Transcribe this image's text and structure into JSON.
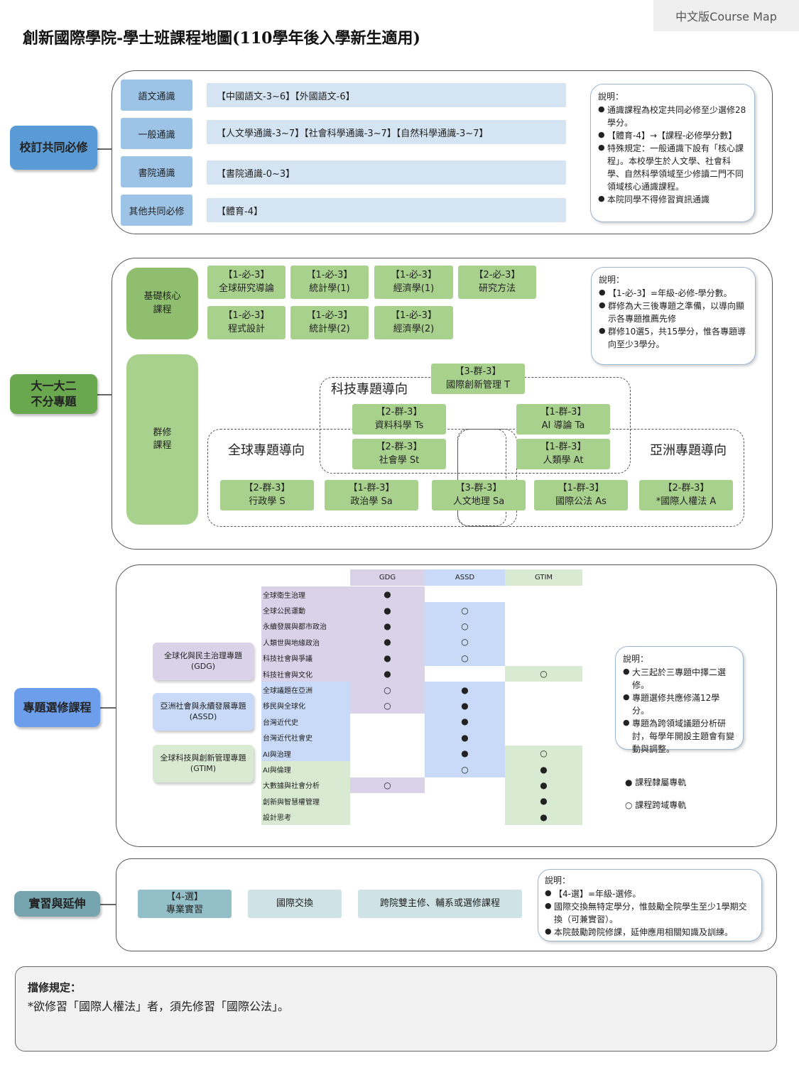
{
  "language_tag": "中文版Course Map",
  "title": "創新國際學院-學士班課程地圖(110學年後入學新生適用)",
  "s1": {
    "category": "校訂共同必修",
    "rows": [
      {
        "label": "語文通識",
        "content": "【中國語文-3~6】【外國語文-6】"
      },
      {
        "label": "一般通識",
        "content": "【人文學通識-3~7】【社會科學通識-3~7】【自然科學通識-3~7】"
      },
      {
        "label": "書院通識",
        "content": "【書院通識-0~3】"
      },
      {
        "label": "其他共同必修",
        "content": "【體育-4】"
      }
    ],
    "note": {
      "title": "說明：",
      "items": [
        "通識課程為校定共同必修至少選修28學分。",
        "【體育-4】→【課程-必修學分數】",
        "特殊規定：一般通識下設有「核心課程」。本校學生於人文學、社會科學、自然科學領域至少修讀二門不同領域核心通識課程。",
        "本院同學不得修習資訊通識"
      ]
    }
  },
  "s2": {
    "category": "大一大二\n不分專題",
    "core_label": "基礎核心\n課程",
    "group_label": "群修\n課程",
    "core_courses": [
      {
        "code": "【1-必-3】",
        "name": "全球研究導論"
      },
      {
        "code": "【1-必-3】",
        "name": "統計學(1)"
      },
      {
        "code": "【1-必-3】",
        "name": "經濟學(1)"
      },
      {
        "code": "【2-必-3】",
        "name": "研究方法"
      },
      {
        "code": "【1-必-3】",
        "name": "程式設計"
      },
      {
        "code": "【1-必-3】",
        "name": "統計學(2)"
      },
      {
        "code": "【1-必-3】",
        "name": "經濟學(2)"
      }
    ],
    "group_labels": {
      "tech": "科技專題導向",
      "global": "全球專題導向",
      "asia": "亞洲專題導向"
    },
    "group_courses": {
      "innovation": {
        "code": "【3-群-3】",
        "name": "國際創新管理 T"
      },
      "data": {
        "code": "【2-群-3】",
        "name": "資料科學 Ts"
      },
      "ai": {
        "code": "【1-群-3】",
        "name": "AI 導論 Ta"
      },
      "sociology": {
        "code": "【2-群-3】",
        "name": "社會學 St"
      },
      "anthro": {
        "code": "【1-群-3】",
        "name": "人類學 At"
      },
      "admin": {
        "code": "【2-群-3】",
        "name": "行政學 S"
      },
      "politics": {
        "code": "【1-群-3】",
        "name": "政治學 Sa"
      },
      "geo": {
        "code": "【3-群-3】",
        "name": "人文地理 Sa"
      },
      "intlaw": {
        "code": "【1-群-3】",
        "name": "國際公法 As"
      },
      "humanrights": {
        "code": "【2-群-3】",
        "name": "*國際人權法 A"
      }
    },
    "note": {
      "title": "說明：",
      "items": [
        "【1-必-3】=年級-必修-學分數。",
        "群修為大三後專題之準備，以導向顯示各專題推薦先修",
        "群修10選5，共15學分，惟各專題導向至少3學分。"
      ]
    }
  },
  "s3": {
    "category": "專題選修課程",
    "tracks": [
      {
        "name": "全球化與民主治理專題\n(GDG)",
        "color": "#d9d2e9"
      },
      {
        "name": "亞洲社會與永續發展專題\n(ASSD)",
        "color": "#c9daf8"
      },
      {
        "name": "全球科技與創新管理專題\n(GTIM)",
        "color": "#d9ead3"
      }
    ],
    "matrix": {
      "columns": [
        "GDG",
        "ASSD",
        "GTIM"
      ],
      "rows": [
        {
          "name": "全球衛生治理",
          "marks": [
            "●",
            "",
            ""
          ]
        },
        {
          "name": "全球公民運動",
          "marks": [
            "●",
            "○",
            ""
          ]
        },
        {
          "name": "永續發展與都市政治",
          "marks": [
            "●",
            "○",
            ""
          ]
        },
        {
          "name": "人類世與地緣政治",
          "marks": [
            "●",
            "○",
            ""
          ]
        },
        {
          "name": "科技社會與爭議",
          "marks": [
            "●",
            "○",
            ""
          ]
        },
        {
          "name": "科技社會與文化",
          "marks": [
            "●",
            "",
            "○"
          ]
        },
        {
          "name": "全球議題在亞洲",
          "marks": [
            "○",
            "●",
            ""
          ]
        },
        {
          "name": "移民與全球化",
          "marks": [
            "○",
            "●",
            ""
          ]
        },
        {
          "name": "台灣近代史",
          "marks": [
            "",
            "●",
            ""
          ]
        },
        {
          "name": "台灣近代社會史",
          "marks": [
            "",
            "●",
            ""
          ]
        },
        {
          "name": "AI與治理",
          "marks": [
            "",
            "●",
            "○"
          ]
        },
        {
          "name": "AI與倫理",
          "marks": [
            "",
            "○",
            "●"
          ]
        },
        {
          "name": "大數據與社會分析",
          "marks": [
            "○",
            "",
            "●"
          ]
        },
        {
          "name": "創新與智慧權管理",
          "marks": [
            "",
            "",
            "●"
          ]
        },
        {
          "name": "設計思考",
          "marks": [
            "",
            "",
            "●"
          ]
        }
      ]
    },
    "note": {
      "title": "說明：",
      "items": [
        "大三起於三專題中擇二選修。",
        "專題選修共應修滿12學分。",
        "專題為跨領域議題分析研討，每學年開設主題會有變動與調整。"
      ]
    },
    "legend": {
      "filled": "● 課程隸屬專軌",
      "hollow": "○ 課程跨域專軌"
    }
  },
  "s4": {
    "category": "實習與延伸",
    "items": [
      {
        "text": "【4-選】\n專業實習",
        "color": "#93c0c8"
      },
      {
        "text": "國際交換",
        "color": "#cfe3e6"
      },
      {
        "text": "跨院雙主修、輔系或選修課程",
        "color": "#cfe3e6"
      }
    ],
    "note": {
      "title": "說明：",
      "items": [
        "【4-選】=年級-選修。",
        "國際交換無特定學分，惟鼓勵全院學生至少1學期交換（可兼實習）。",
        "本院鼓勵跨院修課，延伸應用相關知識及訓練。"
      ]
    }
  },
  "rules": {
    "title": "擋修規定：",
    "text": "*欲修習「國際人權法」者，須先修習「國際公法」。"
  },
  "colors": {
    "blue_cat": "#5b9bd5",
    "green_cat": "#6aa84f",
    "teal_cat": "#76a5af"
  }
}
